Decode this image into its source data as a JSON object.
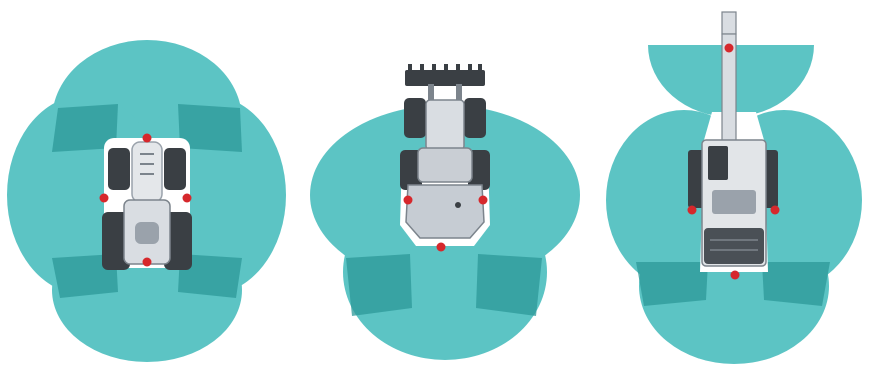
{
  "colors": {
    "coverage": "#5cc4c4",
    "overlap": "#2c9898",
    "sensor": "#d6282c",
    "machine_body": "#d9dde2",
    "machine_dark": "#3a3f44",
    "machine_mid": "#9aa2ab",
    "background": "#ffffff"
  },
  "diagram": {
    "panels": [
      {
        "machine": "tractor",
        "sensor_count": 4
      },
      {
        "machine": "wheel-loader",
        "sensor_count": 3
      },
      {
        "machine": "excavator",
        "sensor_count": 4
      }
    ]
  }
}
